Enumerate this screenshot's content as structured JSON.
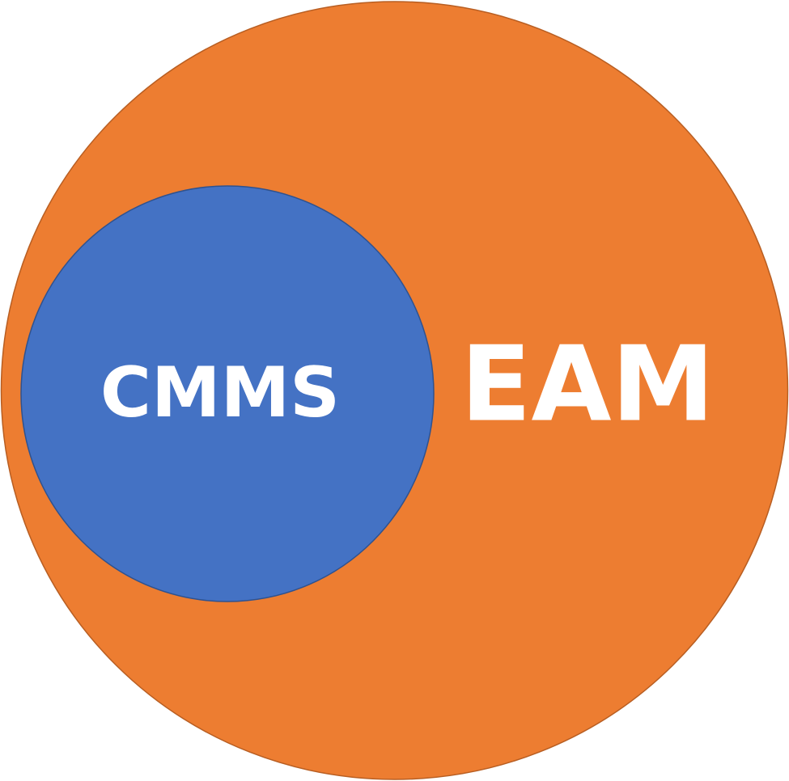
{
  "diagram": {
    "type": "nested-circles",
    "outer": {
      "label": "EAM",
      "fill": "#ED7D31",
      "stroke": "#B85E22"
    },
    "inner": {
      "label": "CMMS",
      "fill": "#4472C4",
      "stroke": "#2F528F"
    },
    "text_color": "#FFFFFF"
  }
}
